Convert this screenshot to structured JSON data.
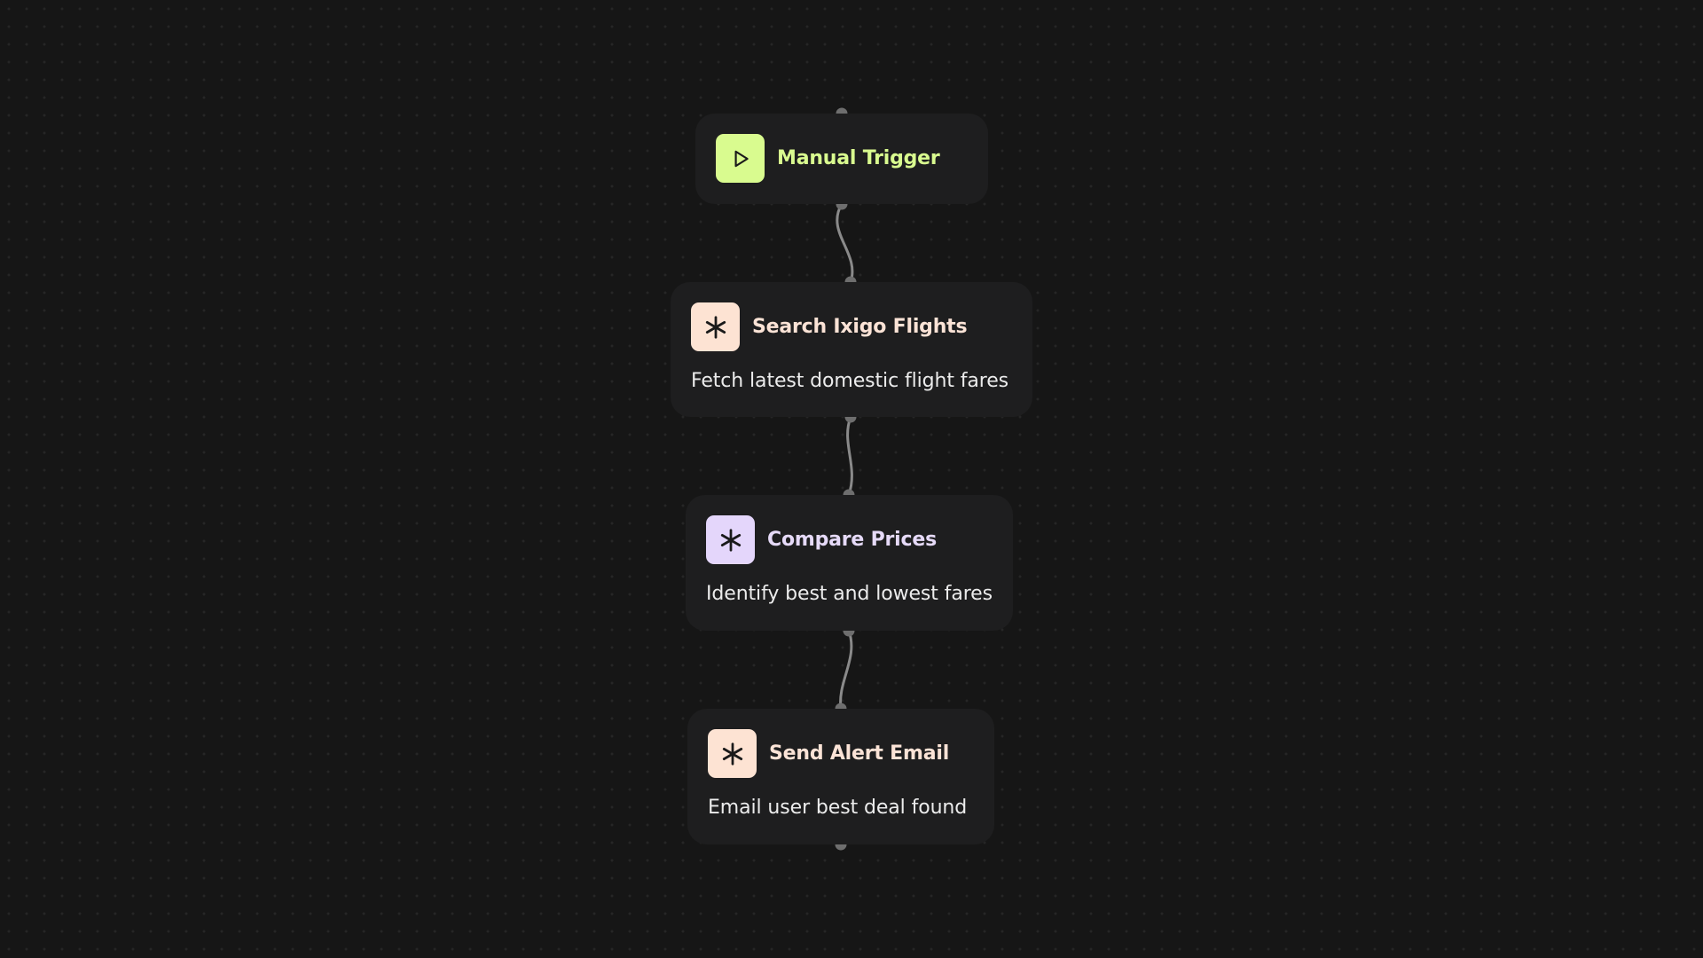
{
  "colors": {
    "background": "#161616",
    "node_bg": "#1e1e1f",
    "connector": "#8a8a8a",
    "handle": "#6e6e6e"
  },
  "nodes": [
    {
      "id": "trigger",
      "icon": "play-icon",
      "icon_bg": "#d9fb8f",
      "title": "Manual Trigger",
      "title_color": "#d9fb8f",
      "description": ""
    },
    {
      "id": "search",
      "icon": "asterisk-icon",
      "icon_bg": "#fde3d3",
      "title": "Search Ixigo Flights",
      "title_color": "#fbe3d6",
      "description": "Fetch latest domestic flight fares"
    },
    {
      "id": "compare",
      "icon": "asterisk-icon",
      "icon_bg": "#e4d6fb",
      "title": "Compare Prices",
      "title_color": "#e6daf8",
      "description": "Identify best and lowest fares"
    },
    {
      "id": "email",
      "icon": "asterisk-icon",
      "icon_bg": "#fde3d3",
      "title": "Send Alert Email",
      "title_color": "#fbe3d6",
      "description": "Email user best deal found"
    }
  ]
}
